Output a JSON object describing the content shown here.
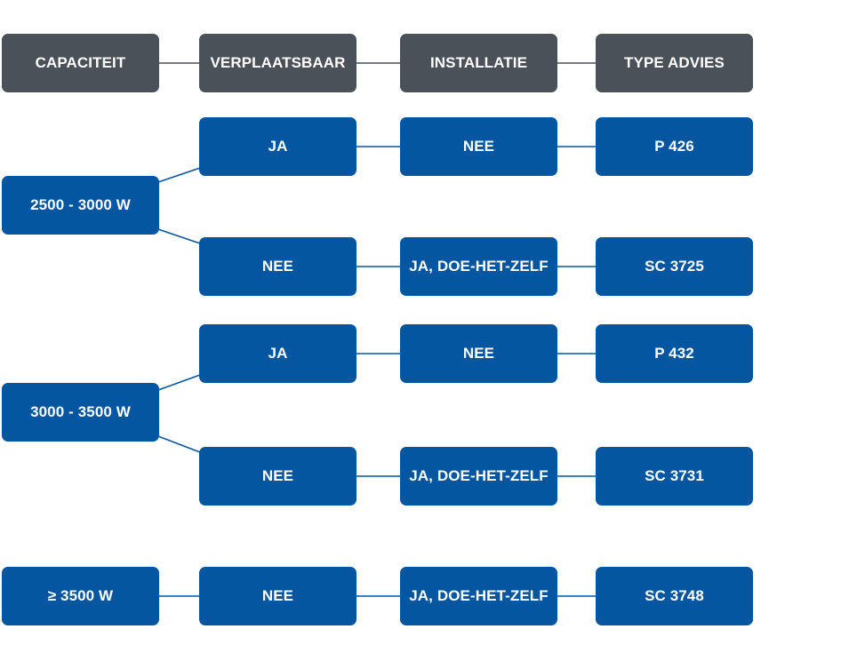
{
  "colors": {
    "header": "#4b5158",
    "node": "#0556a0",
    "header_line": "#4b5158",
    "node_line": "#0556a0"
  },
  "headers": {
    "capacity": "CAPACITEIT",
    "portable": "VERPLAATSBAAR",
    "installation": "INSTALLATIE",
    "advice": "TYPE ADVIES"
  },
  "groups": [
    {
      "capacity": "2500 - 3000 W",
      "branches": [
        {
          "portable": "JA",
          "installation": "NEE",
          "advice": "P 426"
        },
        {
          "portable": "NEE",
          "installation": "JA, DOE-HET-ZELF",
          "advice": "SC 3725"
        }
      ]
    },
    {
      "capacity": "3000 - 3500 W",
      "branches": [
        {
          "portable": "JA",
          "installation": "NEE",
          "advice": "P 432"
        },
        {
          "portable": "NEE",
          "installation": "JA, DOE-HET-ZELF",
          "advice": "SC 3731"
        }
      ]
    },
    {
      "capacity": "≥ 3500 W",
      "branches": [
        {
          "portable": "NEE",
          "installation": "JA, DOE-HET-ZELF",
          "advice": "SC 3748"
        }
      ]
    }
  ]
}
